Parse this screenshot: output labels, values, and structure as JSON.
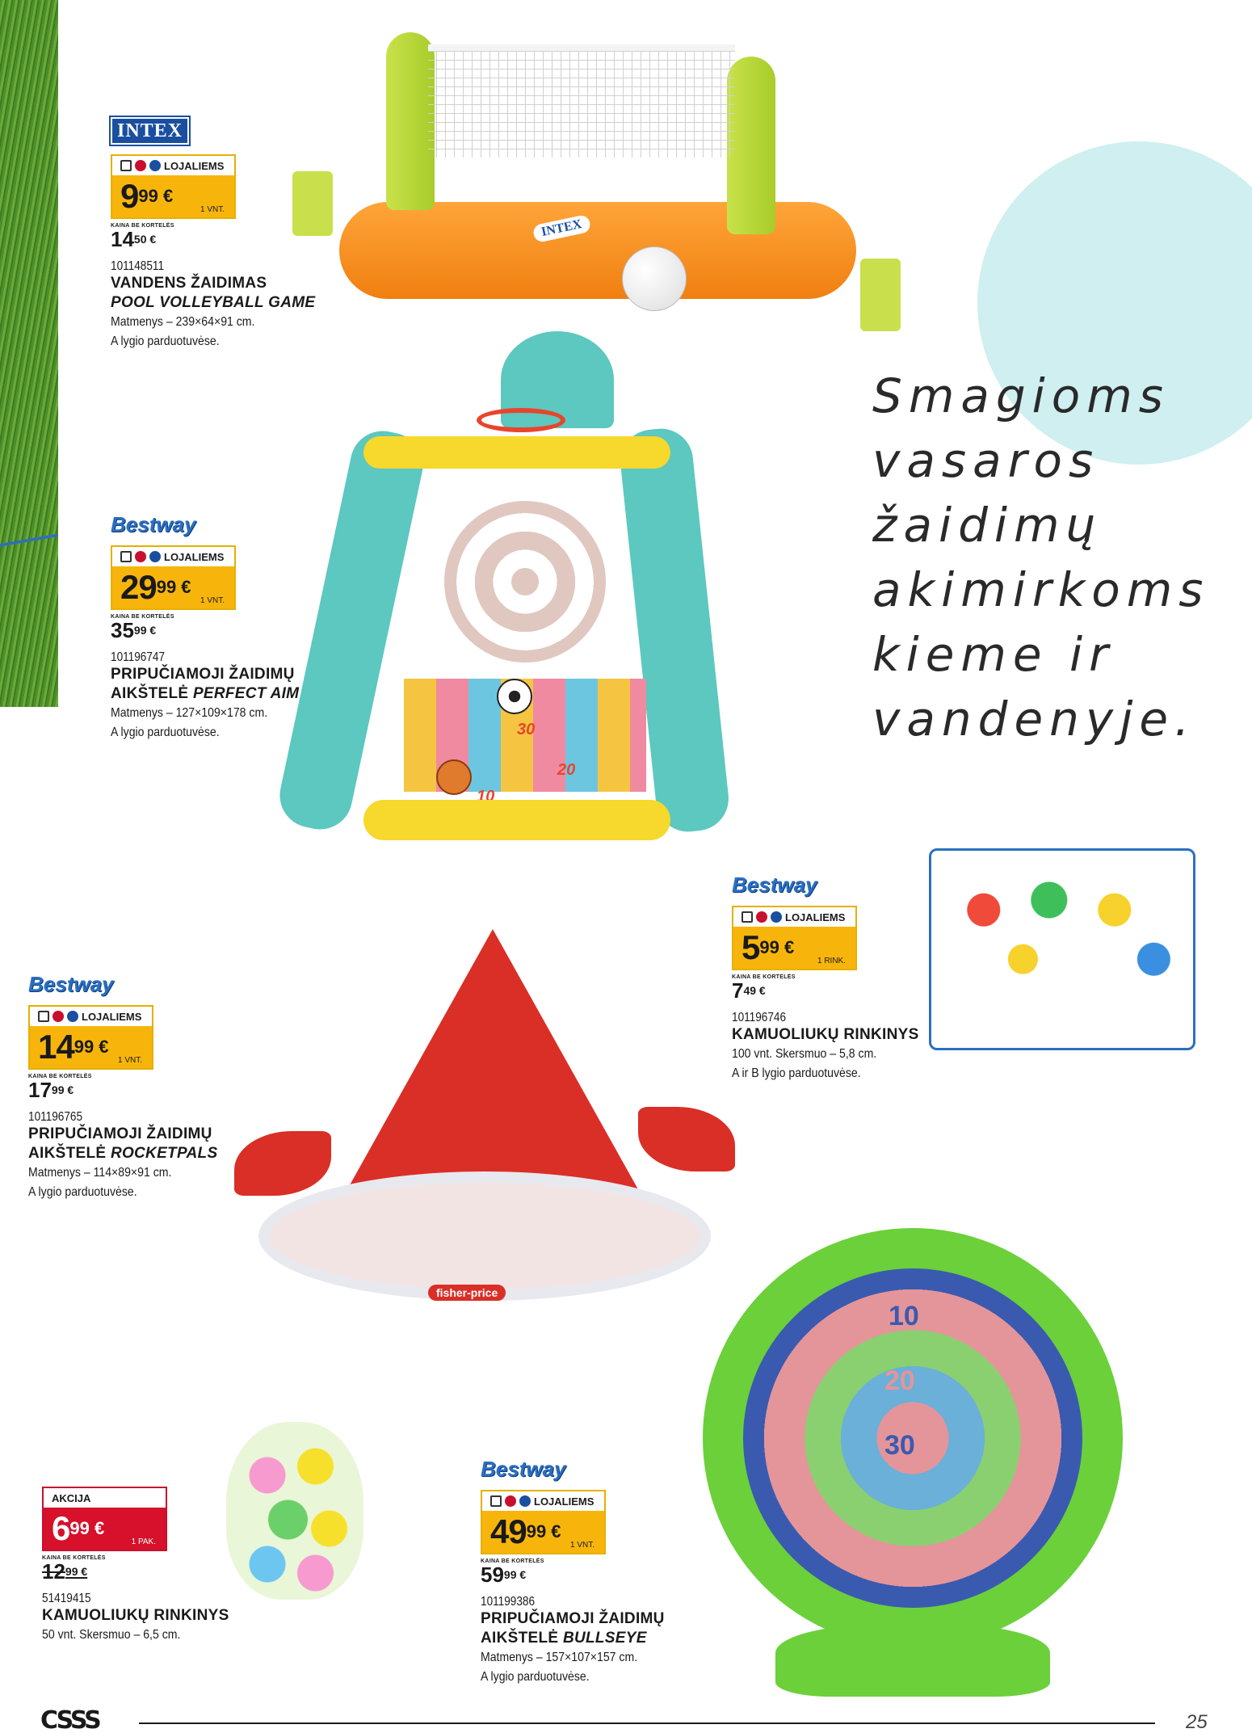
{
  "headline": [
    "Smagioms",
    "vasaros",
    "žaidimų",
    "akimirkoms",
    "kieme ir",
    "vandenyje."
  ],
  "loyalty_label": "LOJALIEMS",
  "old_price_label": "KAINA BE KORTELĖS",
  "products": [
    {
      "brand": "INTEX",
      "price_main": "9",
      "price_cents": "99 €",
      "unit": "1 VNT.",
      "old_main": "14",
      "old_cents": "50 €",
      "code": "101148511",
      "title_line1": "VANDENS ŽAIDIMAS",
      "title_line2": "POOL VOLLEYBALL GAME",
      "desc_line1": "Matmenys – 239×64×91 cm.",
      "desc_line2": "A lygio parduotuvėse."
    },
    {
      "brand": "Bestway",
      "price_main": "29",
      "price_cents": "99 €",
      "unit": "1 VNT.",
      "old_main": "35",
      "old_cents": "99 €",
      "code": "101196747",
      "title_line1": "PRIPUČIAMOJI ŽAIDIMŲ",
      "title_line2_plain": "AIKŠTELĖ ",
      "title_line2_italic": "PERFECT AIM",
      "desc_line1": "Matmenys – 127×109×178 cm.",
      "desc_line2": "A lygio parduotuvėse."
    },
    {
      "brand": "Bestway",
      "price_main": "5",
      "price_cents": "99 €",
      "unit": "1 RINK.",
      "old_main": "7",
      "old_cents": "49 €",
      "code": "101196746",
      "title_line1": "KAMUOLIUKŲ RINKINYS",
      "desc_line1": "100 vnt. Skersmuo – 5,8 cm.",
      "desc_line2": "A ir B lygio parduotuvėse."
    },
    {
      "brand": "Bestway",
      "price_main": "14",
      "price_cents": "99 €",
      "unit": "1 VNT.",
      "old_main": "17",
      "old_cents": "99 €",
      "code": "101196765",
      "title_line1": "PRIPUČIAMOJI ŽAIDIMŲ",
      "title_line2_plain": "AIKŠTELĖ ",
      "title_line2_italic": "ROCKETPALS",
      "desc_line1": "Matmenys – 114×89×91 cm.",
      "desc_line2": "A lygio parduotuvėse."
    },
    {
      "promo_label": "AKCIJA",
      "price_main": "6",
      "price_cents": "99 €",
      "unit": "1 PAK.",
      "old_main": "12",
      "old_cents": "99 €",
      "code": "51419415",
      "title_line1": "KAMUOLIUKŲ RINKINYS",
      "desc_line1": "50 vnt. Skersmuo – 6,5 cm."
    },
    {
      "brand": "Bestway",
      "price_main": "49",
      "price_cents": "99 €",
      "unit": "1 VNT.",
      "old_main": "59",
      "old_cents": "99 €",
      "code": "101199386",
      "title_line1": "PRIPUČIAMOJI ŽAIDIMŲ",
      "title_line2_plain": "AIKŠTELĖ ",
      "title_line2_italic": "BULLSEYE",
      "desc_line1": "Matmenys – 157×107×157 cm.",
      "desc_line2": "A lygio parduotuvėse."
    }
  ],
  "illustration_text": {
    "intex_logo": "INTEX",
    "fisher_price": "fisher-price",
    "target_10": "10",
    "target_20": "20",
    "target_30": "30",
    "aim_30": "30",
    "aim_20": "20",
    "aim_10": "10"
  },
  "footer": {
    "logo": "CSSS",
    "page_number": "25"
  },
  "colors": {
    "price_yellow": "#f7b50c",
    "promo_red": "#d7102b",
    "brand_blue": "#2b6fc2",
    "accent_teal": "#cfeff0"
  }
}
